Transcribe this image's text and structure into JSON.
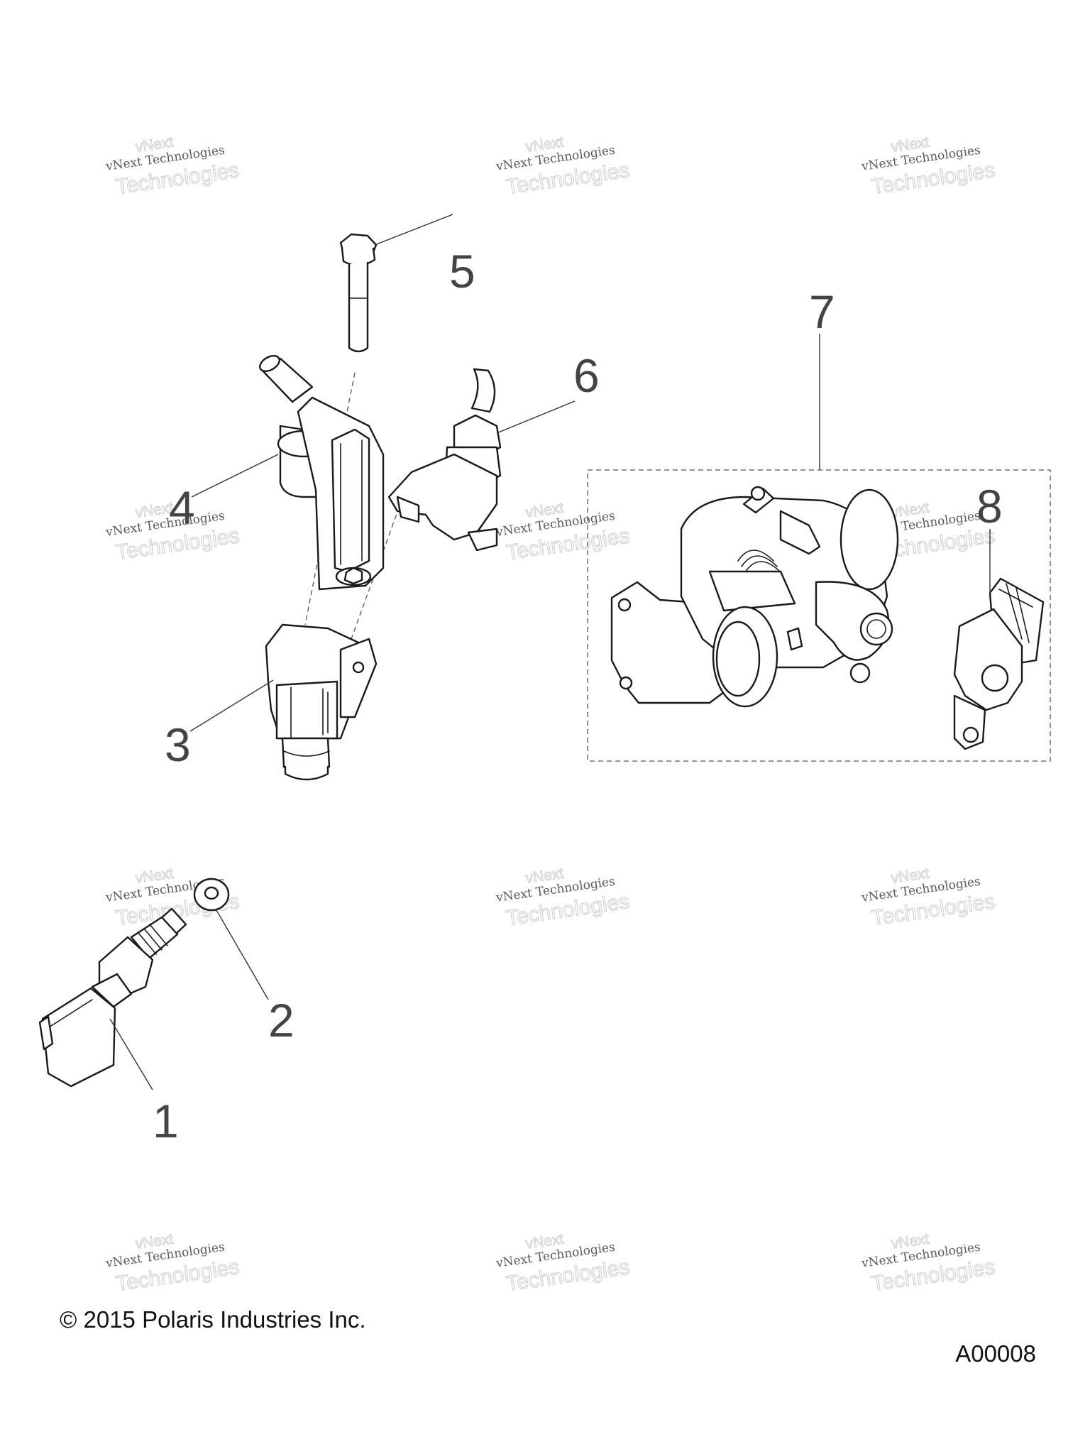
{
  "callouts": {
    "c1": "1",
    "c2": "2",
    "c3": "3",
    "c4": "4",
    "c5": "5",
    "c6": "6",
    "c7": "7",
    "c8": "8"
  },
  "watermark": {
    "line1": "vNext Technologies",
    "line2": "Technologies",
    "line3": "vNext"
  },
  "footer": {
    "copyright": "© 2015 Polaris Industries Inc.",
    "figure_id": "A00008"
  }
}
